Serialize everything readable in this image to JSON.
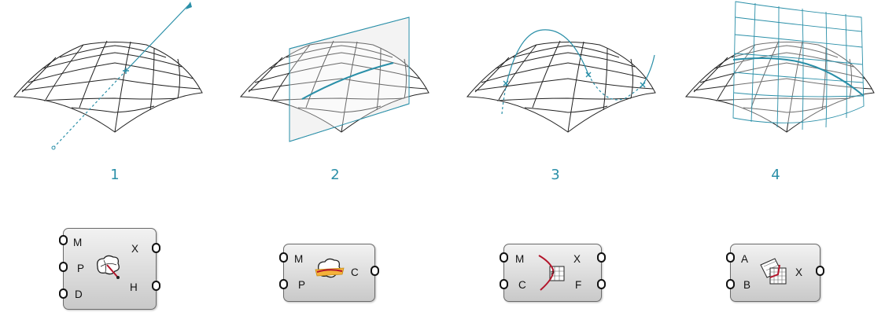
{
  "panels": [
    {
      "label": "1"
    },
    {
      "label": "2"
    },
    {
      "label": "3"
    },
    {
      "label": "4"
    }
  ],
  "components": [
    {
      "inputs": [
        "M",
        "P",
        "D"
      ],
      "outputs": [
        "X",
        "H"
      ],
      "icon": "surface-ray-icon"
    },
    {
      "inputs": [
        "M",
        "P"
      ],
      "outputs": [
        "C"
      ],
      "icon": "surface-plane-section-icon"
    },
    {
      "inputs": [
        "M",
        "C"
      ],
      "outputs": [
        "X",
        "F"
      ],
      "icon": "curve-surface-intersect-icon"
    },
    {
      "inputs": [
        "A",
        "B"
      ],
      "outputs": [
        "X"
      ],
      "icon": "surface-surface-intersect-icon"
    }
  ],
  "colors": {
    "accent": "#2a8fa8",
    "wire": "#222222",
    "plane": "#e8e8e8"
  }
}
